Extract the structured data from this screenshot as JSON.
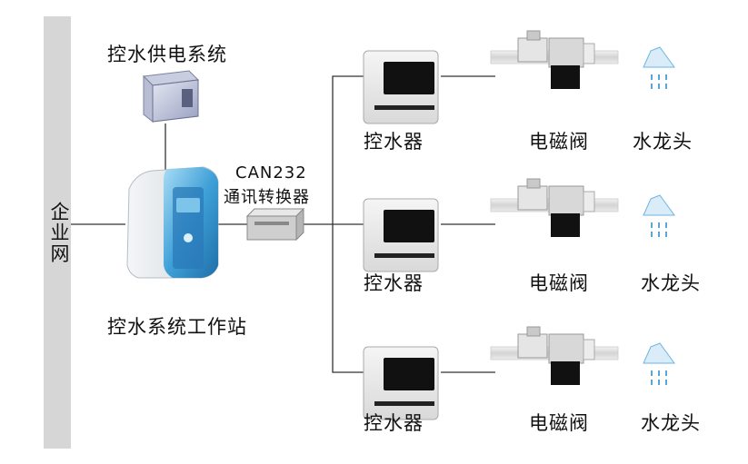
{
  "nodes": {
    "enterprise_network": "企业网",
    "power_system": "控水供电系统",
    "converter_line1": "CAN232",
    "converter_line2": "通讯转换器",
    "workstation": "控水系统工作站",
    "controller": "控水器",
    "solenoid_valve": "电磁阀",
    "faucet": "水龙头"
  },
  "branches": [
    {
      "controller": "控水器",
      "valve": "电磁阀",
      "faucet": "水龙头"
    },
    {
      "controller": "控水器",
      "valve": "电磁阀",
      "faucet": "水龙头"
    },
    {
      "controller": "控水器",
      "valve": "电磁阀",
      "faucet": "水龙头"
    }
  ],
  "colors": {
    "bar": "#d6d6d6",
    "line": "#333333",
    "workstation_blue": "#3fa0d8",
    "box_grey": "#ececec"
  }
}
